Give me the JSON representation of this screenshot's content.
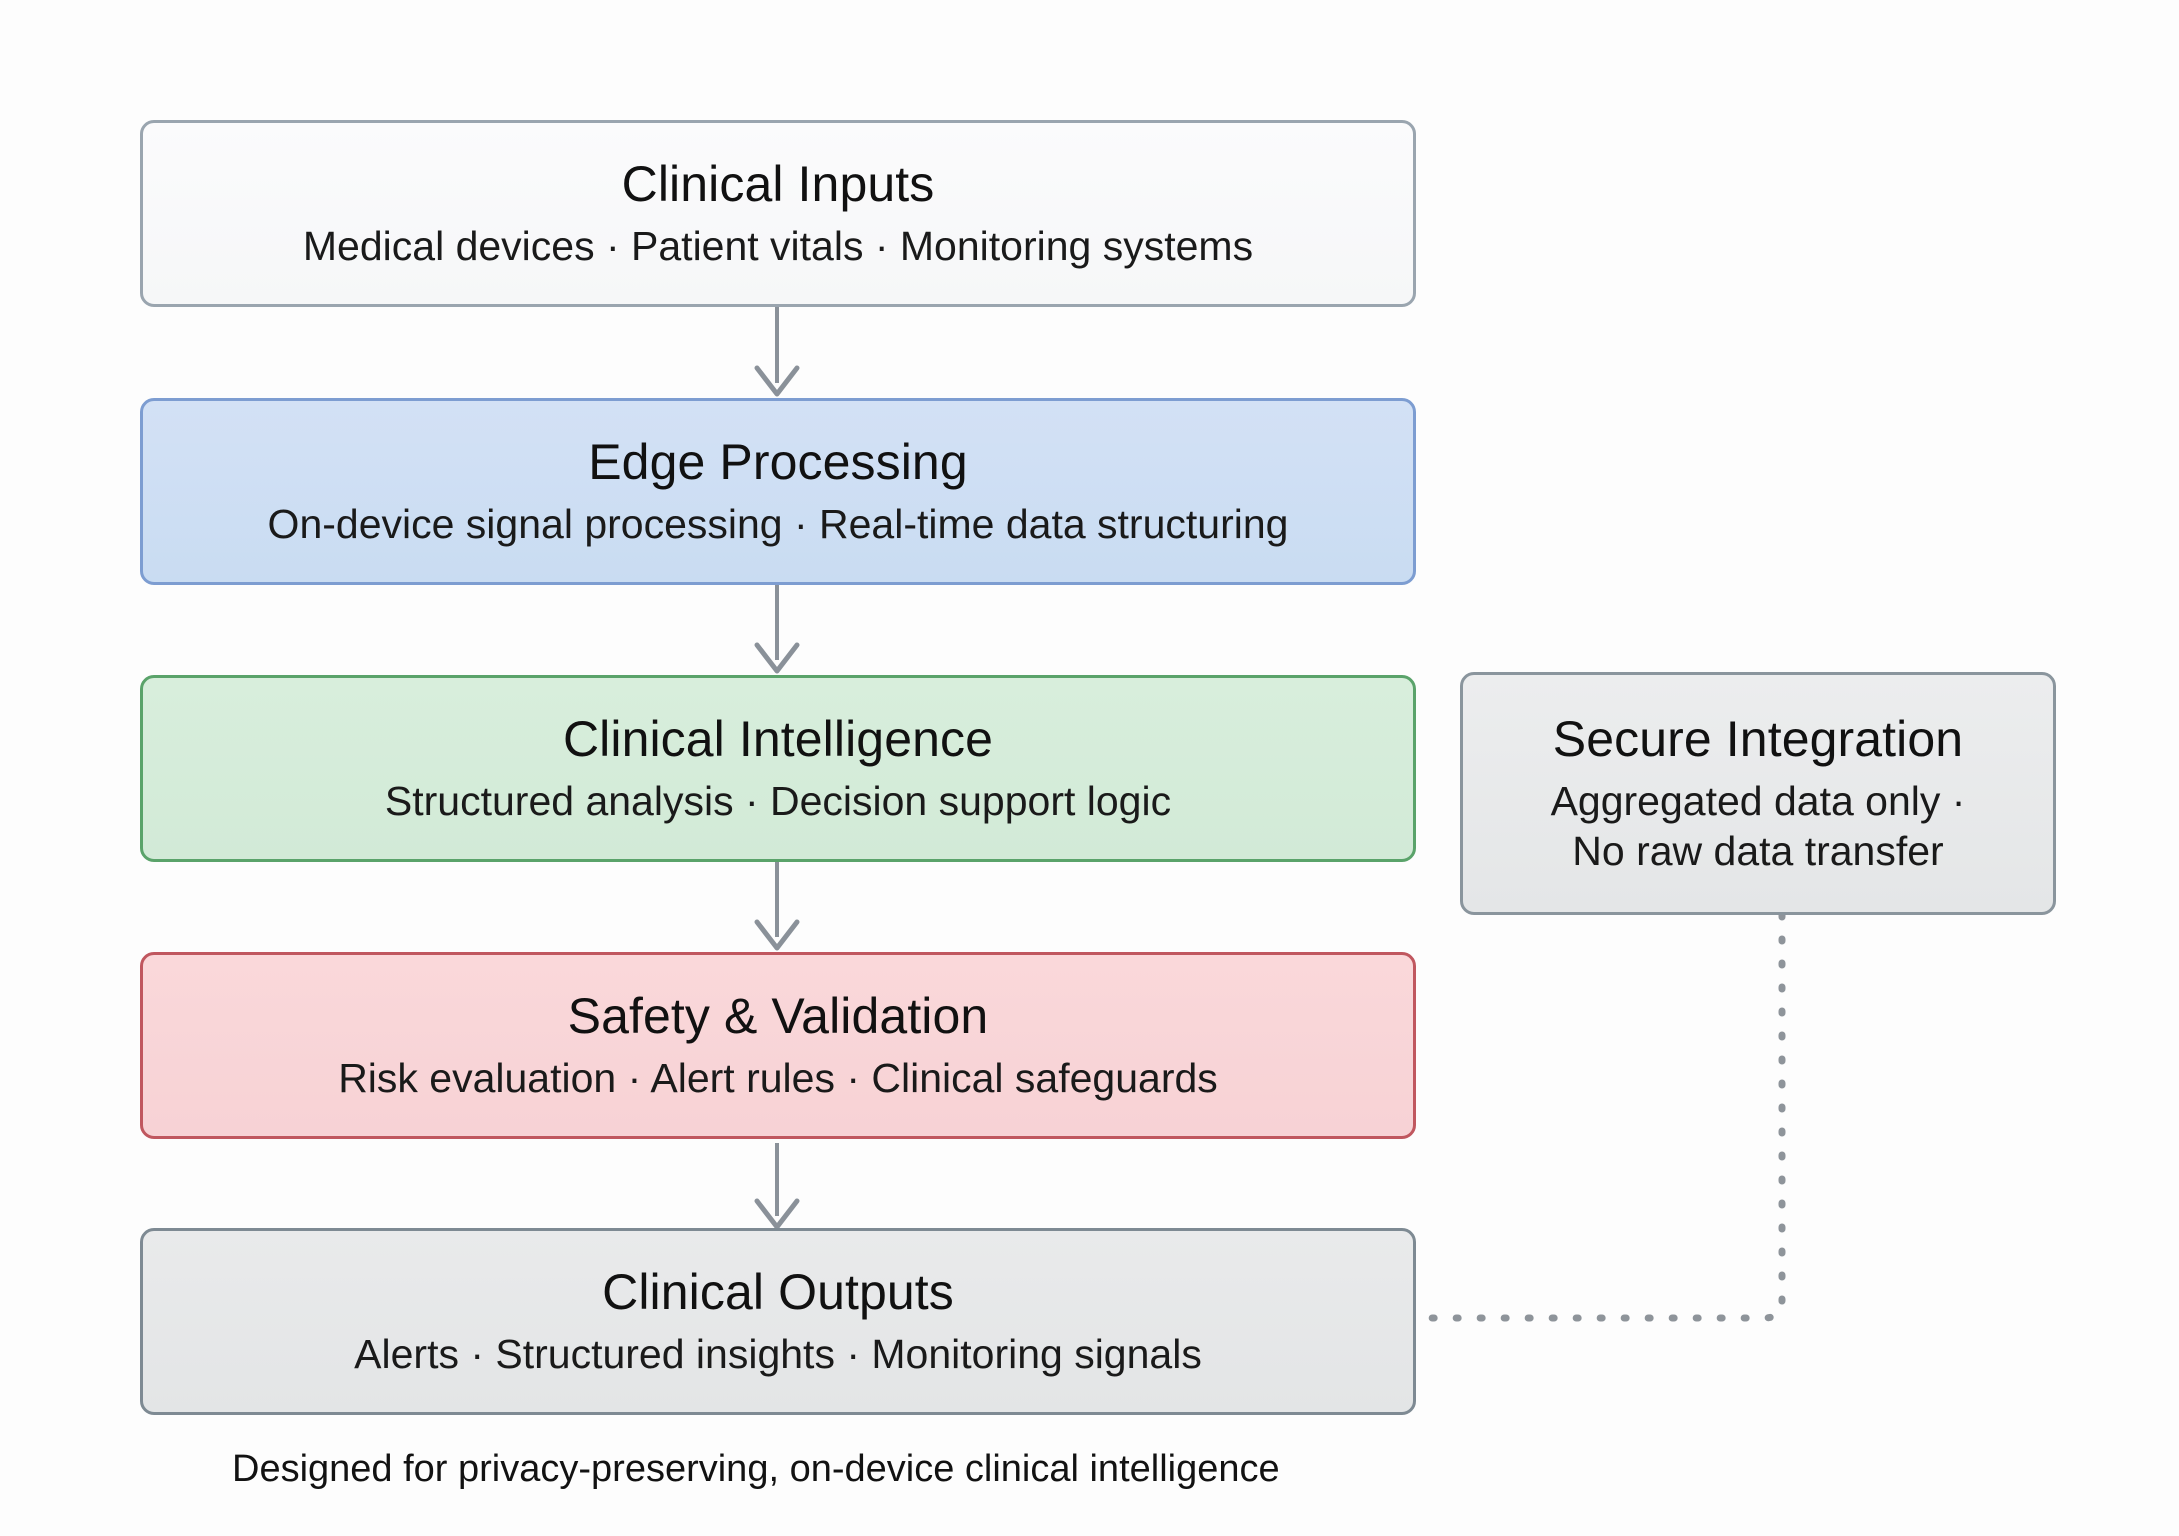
{
  "diagram": {
    "type": "flowchart",
    "orientation": "vertical",
    "caption": "Designed for privacy-preserving, on-device clinical intelligence",
    "nodes": [
      {
        "id": "clinical-inputs",
        "title": "Clinical Inputs",
        "subtitle": "Medical devices · Patient vitals · Monitoring systems",
        "fill": "#f8f9fa",
        "border": "#9aa5af"
      },
      {
        "id": "edge-processing",
        "title": "Edge Processing",
        "subtitle": "On-device signal processing · Real-time data structuring",
        "fill": "#ccddf2",
        "border": "#7d9dd1"
      },
      {
        "id": "clinical-intelligence",
        "title": "Clinical Intelligence",
        "subtitle": "Structured analysis · Decision support logic",
        "fill": "#d4ead8",
        "border": "#5aa36a"
      },
      {
        "id": "safety-validation",
        "title": "Safety & Validation",
        "subtitle": "Risk evaluation · Alert rules · Clinical safeguards",
        "fill": "#f8d4d6",
        "border": "#c0575f"
      },
      {
        "id": "clinical-outputs",
        "title": "Clinical Outputs",
        "subtitle": "Alerts · Structured insights · Monitoring signals",
        "fill": "#e6e7e9",
        "border": "#7e8a93"
      },
      {
        "id": "secure-integration",
        "title": "Secure Integration",
        "subtitle": "Aggregated data only ·\nNo raw data transfer",
        "subtitle_line1": "Aggregated data only ·",
        "subtitle_line2": "No raw data transfer",
        "fill": "#e8eaeb",
        "border": "#8a959d"
      }
    ],
    "edges": [
      {
        "from": "clinical-inputs",
        "to": "edge-processing",
        "style": "solid-arrow",
        "color": "#8a9199"
      },
      {
        "from": "edge-processing",
        "to": "clinical-intelligence",
        "style": "solid-arrow",
        "color": "#8a9199"
      },
      {
        "from": "clinical-intelligence",
        "to": "safety-validation",
        "style": "solid-arrow",
        "color": "#8a9199"
      },
      {
        "from": "safety-validation",
        "to": "clinical-outputs",
        "style": "solid-arrow",
        "color": "#8a9199"
      },
      {
        "from": "secure-integration",
        "to": "clinical-outputs",
        "style": "dotted-elbow",
        "color": "#8e949a"
      }
    ]
  }
}
